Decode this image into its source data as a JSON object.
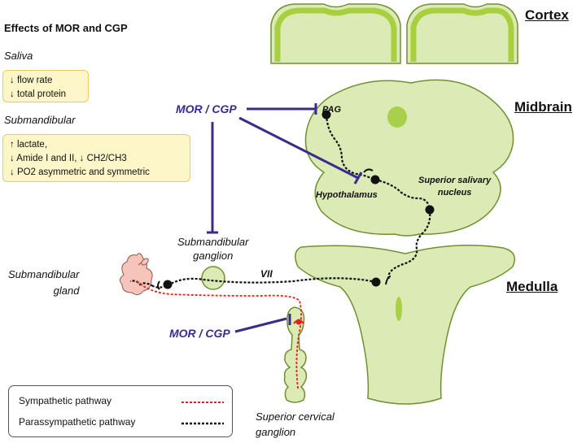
{
  "title": "Effects of MOR and CGP",
  "saliva": {
    "heading": "Saliva",
    "effects": [
      "↓ flow rate",
      "↓ total protein"
    ]
  },
  "submandibular": {
    "heading": "Submandibular",
    "effects": [
      "↑ lactate,",
      "↓ Amide I and II, ↓ CH2/CH3",
      "↓ PO2 asymmetric and symmetric"
    ]
  },
  "regions": {
    "cortex": "Cortex",
    "midbrain": "Midbrain",
    "medulla": "Medulla"
  },
  "nodes": {
    "pag": "PAG",
    "hypothalamus": "Hypothalamus",
    "superior_salivary_nucleus": [
      "Superior salivary",
      "nucleus"
    ],
    "submandibular_ganglion": [
      "Submandibular",
      "ganglion"
    ],
    "submandibular_gland": [
      "Submandibular",
      "gland"
    ],
    "superior_cervical_ganglion": [
      "Superior cervical",
      "ganglion"
    ],
    "nerve": "VII"
  },
  "drug_labels": {
    "upper": "MOR / CGP",
    "lower": "MOR / CGP"
  },
  "legend": {
    "sympathetic": "Sympathetic pathway",
    "parasympathetic": "Parassympathetic pathway"
  },
  "colors": {
    "tissue_fill": "#dcebb6",
    "tissue_outline": "#7a9a3a",
    "cortex_rim": "#a7cf3e",
    "spot": "#a9d04a",
    "inhibition": "#3c2a8c",
    "sympathetic": "#e0231c",
    "parasympathetic": "#111111",
    "note_fill": "#fdf6c8"
  }
}
